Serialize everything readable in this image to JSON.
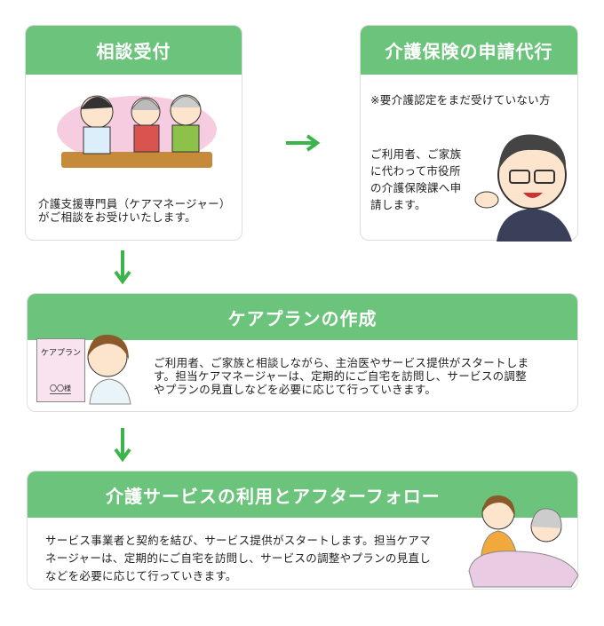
{
  "steps": [
    {
      "title": "相談受付",
      "text": [
        "介護支援専門員（ケアマネージャー）",
        "がご相談をお受けいたします。"
      ]
    },
    {
      "title": "介護保険の申請代行",
      "note": "※要介護認定をまだ受けていない方",
      "text": [
        "ご利用者、ご家族",
        "に代わって市役所",
        "の介護保険課へ申",
        "請します。"
      ]
    },
    {
      "title": "ケアプランの作成",
      "doc_title": "ケアプラン",
      "doc_name": "〇〇様",
      "text": [
        "ご利用者、ご家族と相談しながら、主治医やサービス提供がスタートしま",
        "す。担当ケアマネージャーは、定期的にご自宅を訪問し、サービスの調整",
        "やプランの見直しなどを必要に応じて行っていきます。"
      ]
    },
    {
      "title": "介護サービスの利用とアフターフォロー",
      "text": [
        "サービス事業者と契約を結び、サービス提供がスタートします。担当ケアマ",
        "ネージャーは、定期的にご自宅を訪問し、サービスの調整やプランの見直し",
        "などを必要に応じて行っていきます。"
      ]
    }
  ],
  "colors": {
    "accent": "#6cc47c",
    "arrow": "#3bb54a"
  }
}
